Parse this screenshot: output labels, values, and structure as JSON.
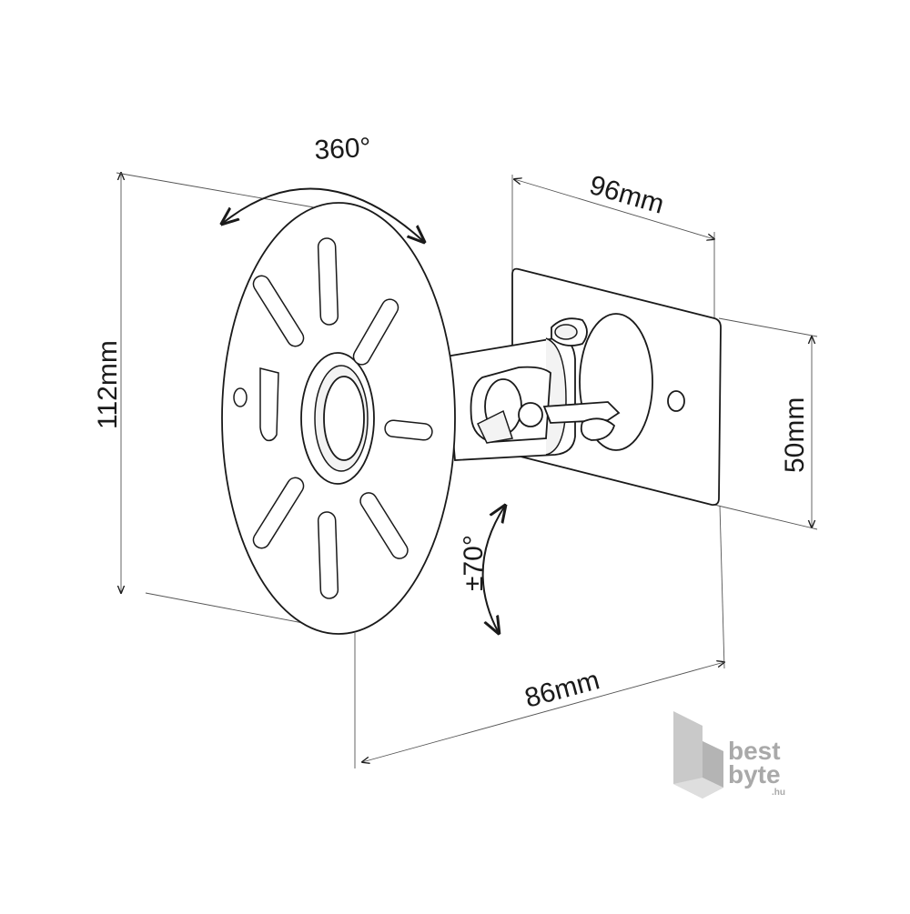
{
  "dimensions": {
    "rotation": "360°",
    "tilt": "±70°",
    "height": "112mm",
    "width_top": "96mm",
    "plate_height": "50mm",
    "depth": "86mm"
  },
  "logo": {
    "line1": "best",
    "line2": "byte",
    "suffix": ".hu"
  },
  "colors": {
    "stroke": "#1a1a1a",
    "logo": "#a9a9a9"
  }
}
